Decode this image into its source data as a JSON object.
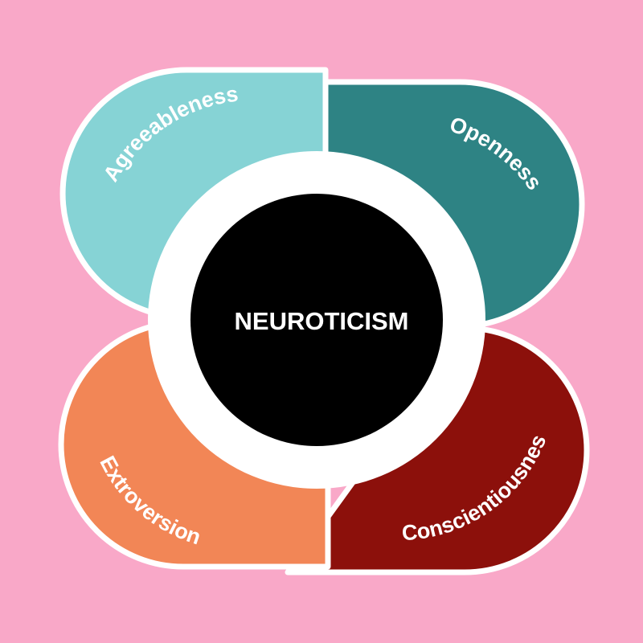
{
  "colors": {
    "background": "#f9a8c8",
    "agreeableness": "#86d3d5",
    "openness": "#2e8384",
    "extroversion": "#f28656",
    "conscientiousness": "#8c100b",
    "ring": "#ffffff",
    "core": "#000000"
  },
  "center": {
    "label": "NEUROTICISM"
  },
  "petals": [
    {
      "key": "agreeableness",
      "label": "Agreeableness"
    },
    {
      "key": "openness",
      "label": "Openness"
    },
    {
      "key": "extroversion",
      "label": "Extroversion"
    },
    {
      "key": "conscientiousness",
      "label": "Conscientiousnes"
    }
  ]
}
